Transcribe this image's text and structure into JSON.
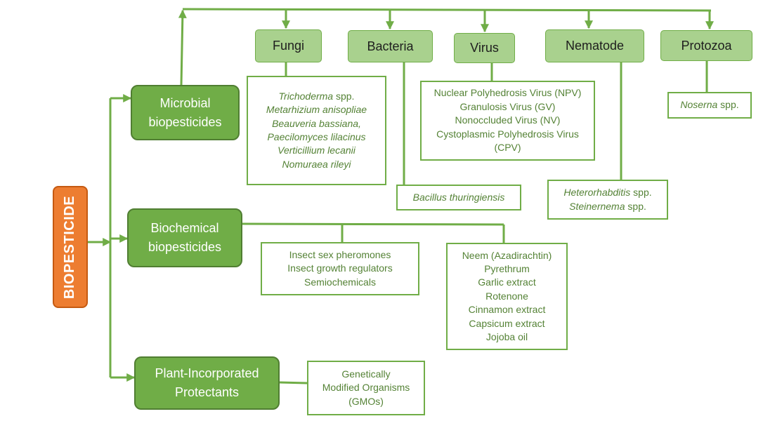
{
  "root": {
    "label": "BIOPESTICIDE"
  },
  "categories": {
    "microbial": {
      "line1": "Microbial",
      "line2": "biopesticides"
    },
    "biochemical": {
      "line1": "Biochemical",
      "line2": "biopesticides"
    },
    "pip": {
      "line1": "Plant-Incorporated",
      "line2": "Protectants"
    }
  },
  "organisms": {
    "fungi": "Fungi",
    "bacteria": "Bacteria",
    "virus": "Virus",
    "nematode": "Nematode",
    "protozoa": "Protozoa"
  },
  "lists": {
    "fungi": [
      "Trichoderma",
      "Metarhizium anisopliae",
      "Beauveria bassiana,",
      "Paecilomyces lilacinus",
      "Verticillium lecanii",
      "Nomuraea rileyi"
    ],
    "fungi_spp_suffix": " spp.",
    "bacteria": [
      "Bacillus thuringiensis"
    ],
    "virus": [
      "Nuclear Polyhedrosis Virus (NPV)",
      "Granulosis Virus (GV)",
      "Nonoccluded Virus (NV)",
      "Cystoplasmic Polyhedrosis Virus",
      "(CPV)"
    ],
    "nematode": [
      {
        "name": "Heterorhabditis",
        "suffix": " spp."
      },
      {
        "name": "Steinernema",
        "suffix": " spp."
      }
    ],
    "protozoa": {
      "name": "Noserna",
      "suffix": " spp."
    },
    "biochem_a": [
      "Insect sex pheromones",
      "Insect growth regulators",
      "Semiochemicals"
    ],
    "biochem_b": [
      "Neem (Azadirachtin)",
      "Pyrethrum",
      "Garlic extract",
      "Rotenone",
      "Cinnamon extract",
      "Capsicum extract",
      "Jojoba oil"
    ],
    "gmo": [
      "Genetically",
      "Modified Organisms",
      "(GMOs)"
    ]
  },
  "colors": {
    "root_fill": "#ed7d31",
    "category_fill": "#70ad47",
    "organism_fill": "#a9d18e",
    "connector": "#70ad47",
    "list_text": "#548235"
  }
}
